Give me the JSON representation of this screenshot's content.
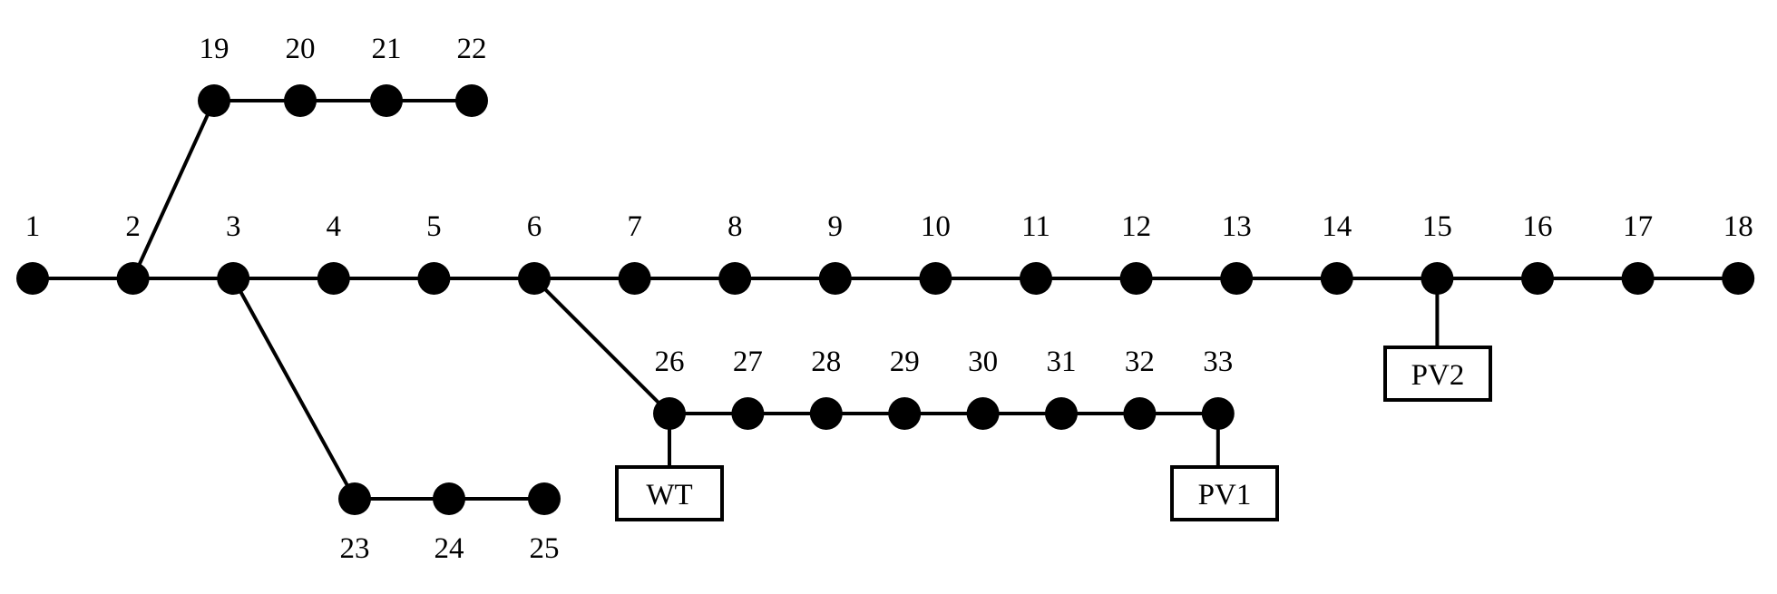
{
  "diagram": {
    "type": "radial distribution network",
    "color": "#000000",
    "buses": [
      "1",
      "2",
      "3",
      "4",
      "5",
      "6",
      "7",
      "8",
      "9",
      "10",
      "11",
      "12",
      "13",
      "14",
      "15",
      "16",
      "17",
      "18",
      "19",
      "20",
      "21",
      "22",
      "23",
      "24",
      "25",
      "26",
      "27",
      "28",
      "29",
      "30",
      "31",
      "32",
      "33"
    ],
    "branches": [
      [
        "1",
        "2"
      ],
      [
        "2",
        "3"
      ],
      [
        "3",
        "4"
      ],
      [
        "4",
        "5"
      ],
      [
        "5",
        "6"
      ],
      [
        "6",
        "7"
      ],
      [
        "7",
        "8"
      ],
      [
        "8",
        "9"
      ],
      [
        "9",
        "10"
      ],
      [
        "10",
        "11"
      ],
      [
        "11",
        "12"
      ],
      [
        "12",
        "13"
      ],
      [
        "13",
        "14"
      ],
      [
        "14",
        "15"
      ],
      [
        "15",
        "16"
      ],
      [
        "16",
        "17"
      ],
      [
        "17",
        "18"
      ],
      [
        "2",
        "19"
      ],
      [
        "19",
        "20"
      ],
      [
        "20",
        "21"
      ],
      [
        "21",
        "22"
      ],
      [
        "3",
        "23"
      ],
      [
        "23",
        "24"
      ],
      [
        "24",
        "25"
      ],
      [
        "6",
        "26"
      ],
      [
        "26",
        "27"
      ],
      [
        "27",
        "28"
      ],
      [
        "28",
        "29"
      ],
      [
        "29",
        "30"
      ],
      [
        "30",
        "31"
      ],
      [
        "31",
        "32"
      ],
      [
        "32",
        "33"
      ]
    ],
    "generators": [
      {
        "label": "WT",
        "bus": "26"
      },
      {
        "label": "PV1",
        "bus": "33"
      },
      {
        "label": "PV2",
        "bus": "15"
      }
    ]
  }
}
